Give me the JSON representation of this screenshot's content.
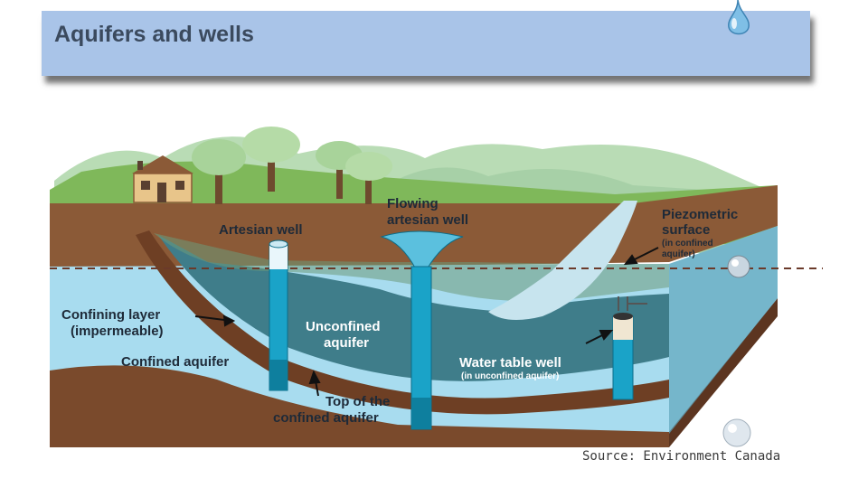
{
  "title": "Aquifers and wells",
  "labels": {
    "artesian_well": "Artesian well",
    "flowing_artesian_well_line1": "Flowing",
    "flowing_artesian_well_line2": "artesian well",
    "piezometric_line1": "Piezometric",
    "piezometric_line2": "surface",
    "piezometric_sub1": "(in confined",
    "piezometric_sub2": "aquifer)",
    "confining_layer_line1": "Confining layer",
    "confining_layer_line2": "(impermeable)",
    "confined_aquifer": "Confined aquifer",
    "unconfined_aquifer_line1": "Unconfined",
    "unconfined_aquifer_line2": "aquifer",
    "water_table_well": "Water table well",
    "water_table_well_sub": "(in unconfined aquifer)",
    "top_confined_line1": "Top of the",
    "top_confined_line2": "confined aquifer"
  },
  "source": "Source: Environment Canada",
  "colors": {
    "title_bar": "#a9c4e8",
    "grass": "#7fb85a",
    "soil": "#7a4a2c",
    "aquifer_light": "#a8dcef",
    "aquifer_dark": "#3f7d8a",
    "well_blue": "#1aa3c8"
  },
  "icons": [
    "water-drop-icon",
    "house-icon",
    "tree-icon",
    "water-bubble-icon"
  ]
}
